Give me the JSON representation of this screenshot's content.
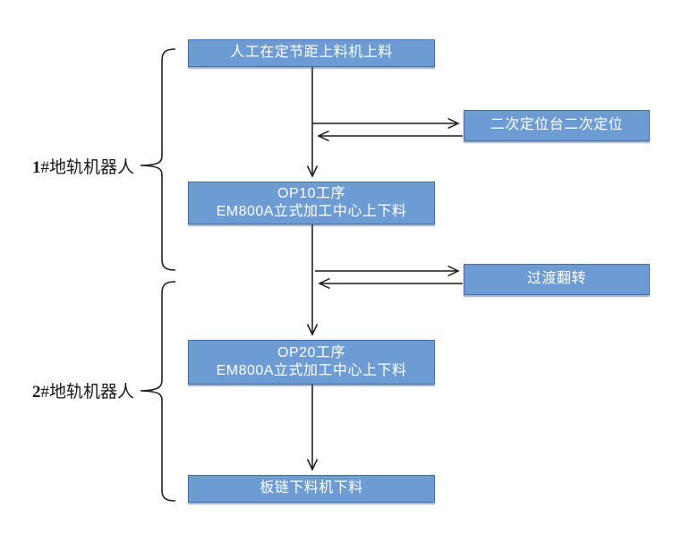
{
  "flowchart": {
    "robot_groups": [
      {
        "num": "1",
        "suffix": "#地轨机器人"
      },
      {
        "num": "2",
        "suffix": "#地轨机器人"
      }
    ],
    "nodes": {
      "manual_load": {
        "label": "人工在定节距上料机上料"
      },
      "secondary_positioning": {
        "label": "二次定位台二次定位"
      },
      "op10": {
        "line1": "OP10工序",
        "line2": "EM800A立式加工中心上下料"
      },
      "transition_flip": {
        "label": "过渡翻转"
      },
      "op20": {
        "line1": "OP20工序",
        "line2": "EM800A立式加工中心上下料"
      },
      "chain_unload": {
        "label": "板链下料机下料"
      }
    },
    "colors": {
      "box_fill": "#6D9CD4",
      "box_border": "#4472A8",
      "connector": "#1A1A1A",
      "box_text": "#FFFFFF",
      "label_text": "#1A1A1A"
    }
  }
}
